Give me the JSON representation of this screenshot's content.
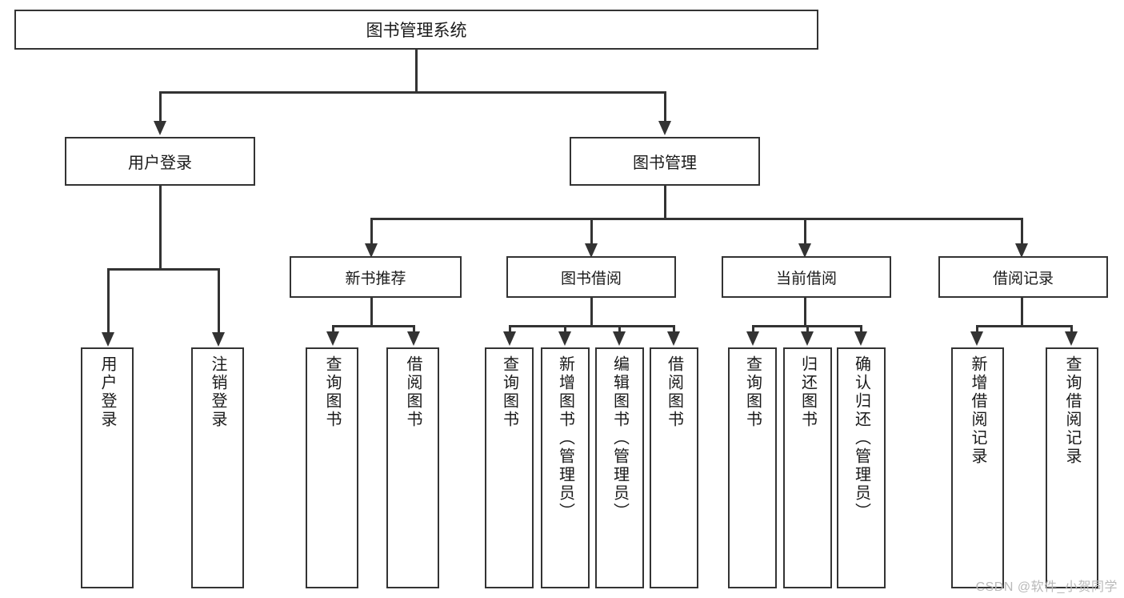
{
  "diagram": {
    "title": "图书管理系统",
    "type": "tree-hierarchy-chart",
    "root": {
      "label": "图书管理系统"
    },
    "level2": [
      {
        "label": "用户登录"
      },
      {
        "label": "图书管理"
      }
    ],
    "level3": [
      {
        "label": "新书推荐"
      },
      {
        "label": "图书借阅"
      },
      {
        "label": "当前借阅"
      },
      {
        "label": "借阅记录"
      }
    ],
    "leaves": {
      "user_login": [
        {
          "label": "用户登录"
        },
        {
          "label": "注销登录"
        }
      ],
      "new_book_recommend": [
        {
          "label": "查询图书"
        },
        {
          "label": "借阅图书"
        }
      ],
      "book_borrow": [
        {
          "label": "查询图书"
        },
        {
          "label": "新增图书（管理员）"
        },
        {
          "label": "编辑图书（管理员）"
        },
        {
          "label": "借阅图书"
        }
      ],
      "current_borrow": [
        {
          "label": "查询图书"
        },
        {
          "label": "归还图书"
        },
        {
          "label": "确认归还（管理员）"
        }
      ],
      "borrow_record": [
        {
          "label": "新增借阅记录"
        },
        {
          "label": "查询借阅记录"
        }
      ]
    }
  },
  "watermark": {
    "text": "CSDN @软件_小贺同学"
  },
  "colors": {
    "box_border": "#333333",
    "box_fill": "#ffffff",
    "text": "#1a1a1a",
    "connector": "#333333",
    "watermark": "#b9b9b9"
  }
}
